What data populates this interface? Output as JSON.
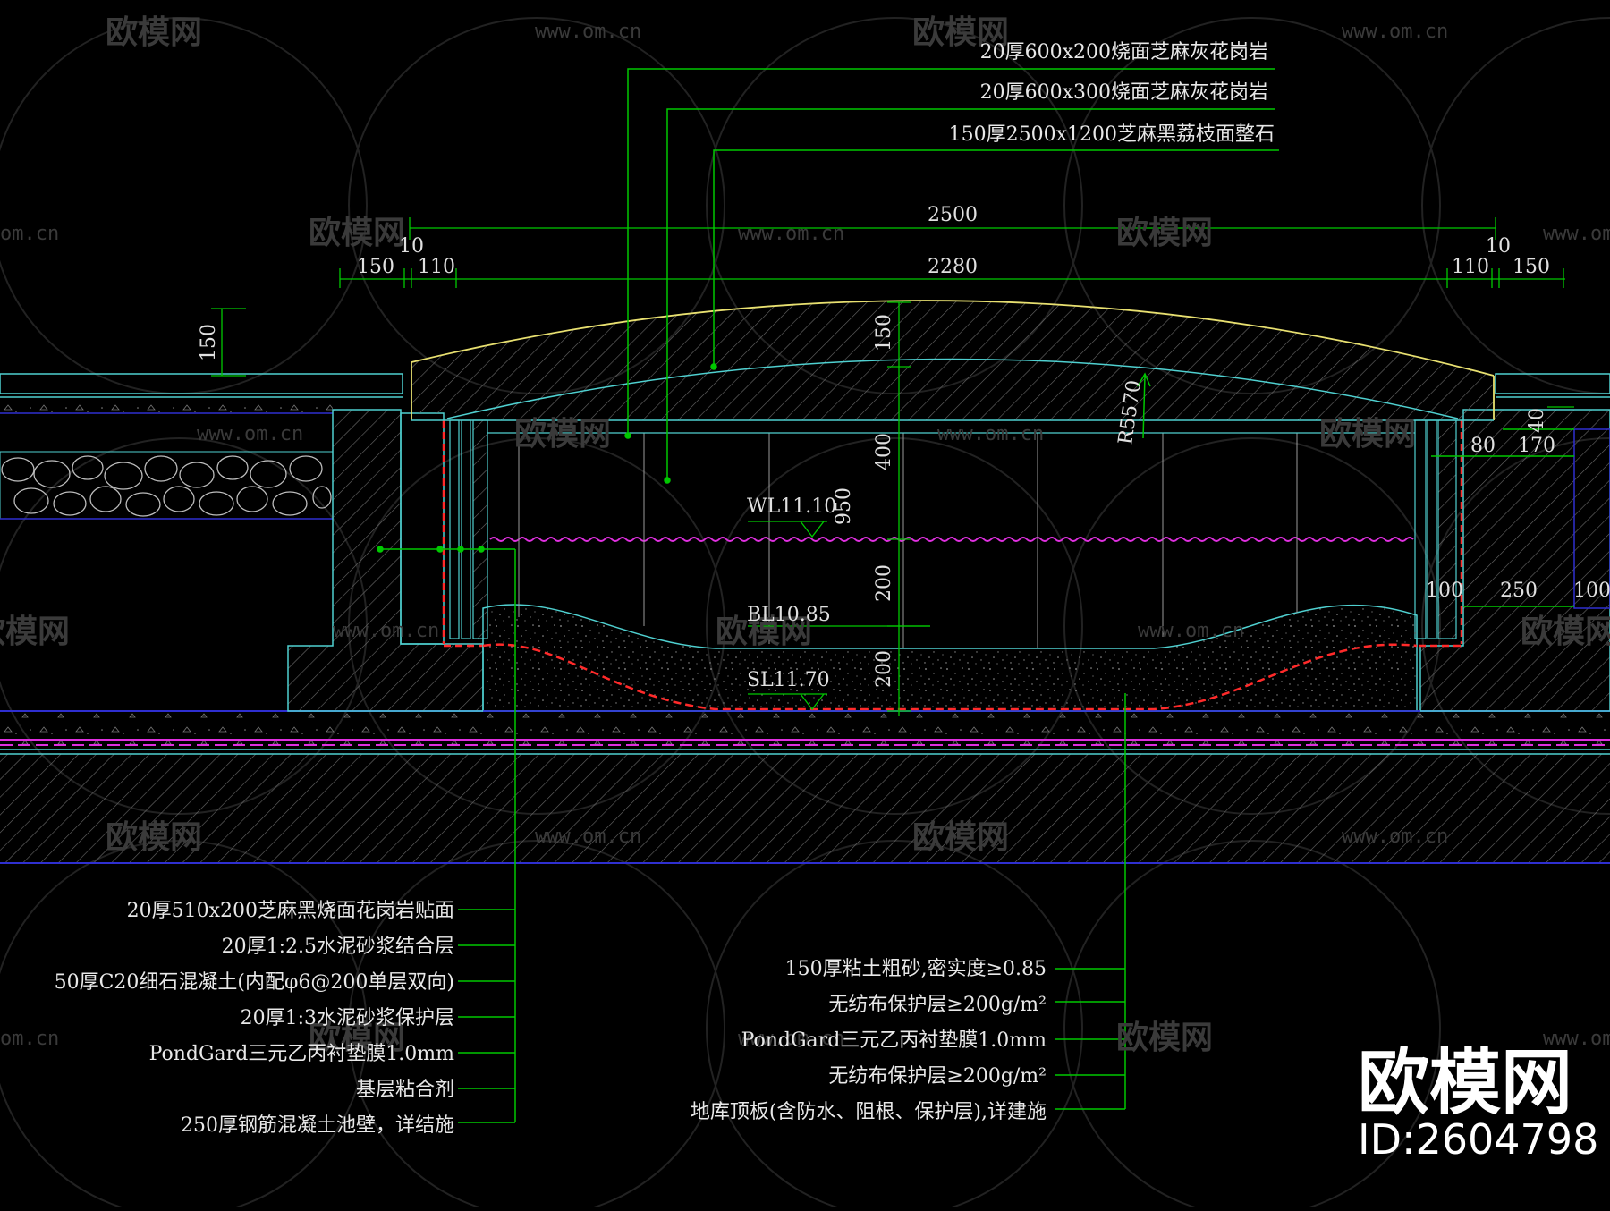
{
  "callouts_top": [
    "20厚600x200烧面芝麻灰花岗岩",
    "20厚600x300烧面芝麻灰花岗岩",
    "150厚2500x1200芝麻黑荔枝面整石"
  ],
  "callouts_left": [
    "20厚510x200芝麻黑烧面花岗岩贴面",
    "20厚1:2.5水泥砂浆结合层",
    "50厚C20细石混凝土(内配φ6@200单层双向)",
    "20厚1:3水泥砂浆保护层",
    "PondGard三元乙丙衬垫膜1.0mm",
    "基层粘合剂",
    "250厚钢筋混凝土池壁，详结施"
  ],
  "callouts_right": [
    "150厚粘土粗砂,密实度≥0.85",
    "无纺布保护层≥200g/m²",
    "PondGard三元乙丙衬垫膜1.0mm",
    "无纺布保护层≥200g/m²",
    "地库顶板(含防水、阻根、保护层),详建施"
  ],
  "dims": {
    "overall": "2500",
    "inner": "2280",
    "d150_left": "150",
    "d110_left": "110",
    "d10_left": "10",
    "d110_right": "110",
    "d10_right": "10",
    "d150_right": "150",
    "d150_step": "150",
    "d150_slab": "150",
    "d400": "400",
    "d950": "950",
    "d200_a": "200",
    "d200_b": "200",
    "radius": "R5570",
    "d40": "40",
    "d80": "80",
    "d170": "170",
    "d100_a": "100",
    "d250": "250",
    "d100_b": "100"
  },
  "levels": {
    "wl": "WL11.10",
    "bl": "BL10.85",
    "sl": "SL11.70"
  },
  "watermark": {
    "brand": "欧模网",
    "url": "www.om.cn",
    "url_short": "om.cn",
    "id": "ID:2604798"
  },
  "colors": {
    "background": "#000000",
    "leader_green": "#00c800",
    "outline_cyan": "#4fd0d0",
    "boundary_blue": "#2f2fd0",
    "water_magenta": "#e030e0",
    "liner_red": "#ff2a2a",
    "edge_yellow": "#e8e070"
  }
}
